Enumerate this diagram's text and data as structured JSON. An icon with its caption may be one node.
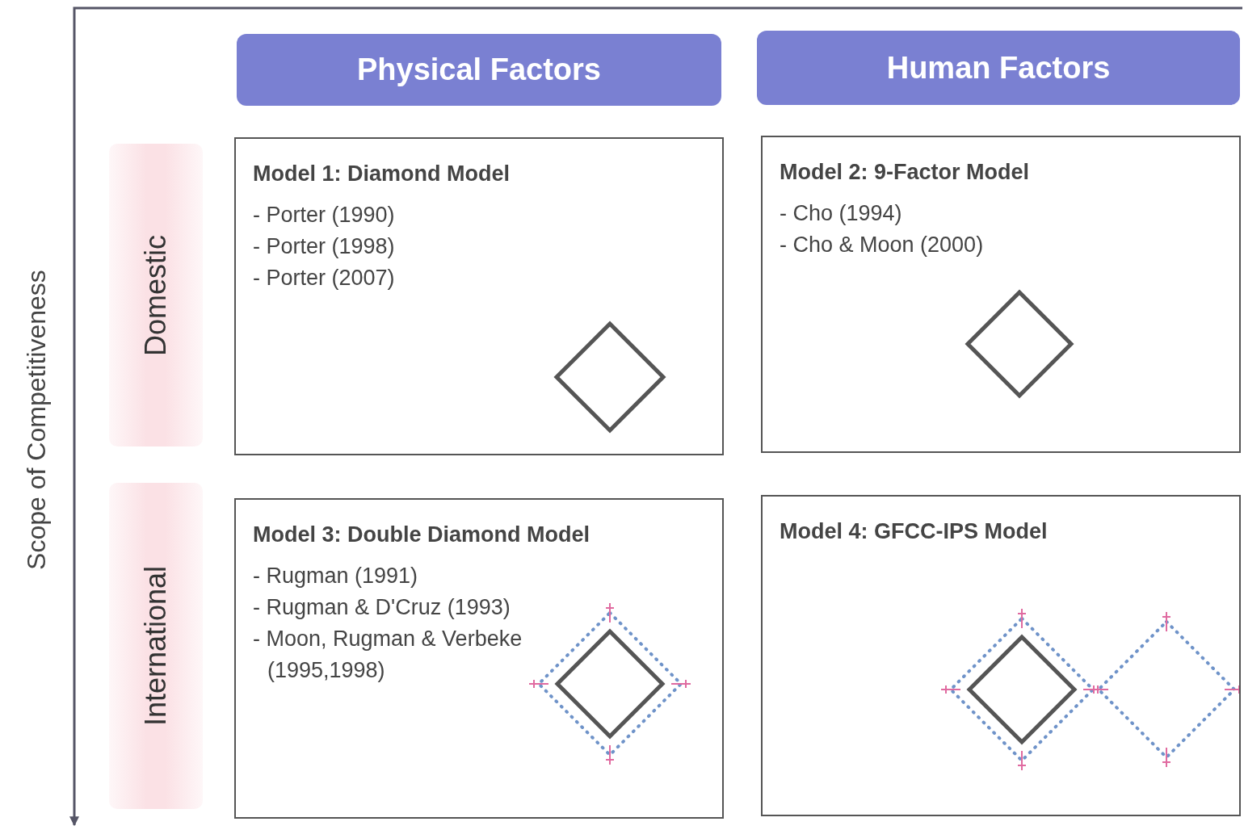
{
  "diagram": {
    "nodes": [
      {
        "text": [
          "Physical Factors"
        ]
      },
      {
        "text": [
          "Human Factors"
        ]
      },
      {
        "text": [
          "Domestic"
        ]
      },
      {
        "text": [
          "International"
        ]
      },
      {
        "text": [
          "Model 1: Diamond Model",
          "- Porter (1990)",
          "- Porter (1998)",
          "- Porter (2007)"
        ]
      },
      {
        "text": [
          "Model 2: 9-Factor Model",
          "- Cho (1994)",
          "- Cho & Moon (2000)"
        ]
      },
      {
        "text": [
          "Model 3: Double Diamond Model",
          "- Rugman (1991)",
          "- Rugman & D'Cruz (1993)",
          "- Moon, Rugman & Verbeke (1995,1998)"
        ]
      },
      {
        "text": [
          "Model 4: GFCC-IPS Model"
        ]
      }
    ],
    "labels": [
      "Scope of Competitiveness"
    ]
  }
}
